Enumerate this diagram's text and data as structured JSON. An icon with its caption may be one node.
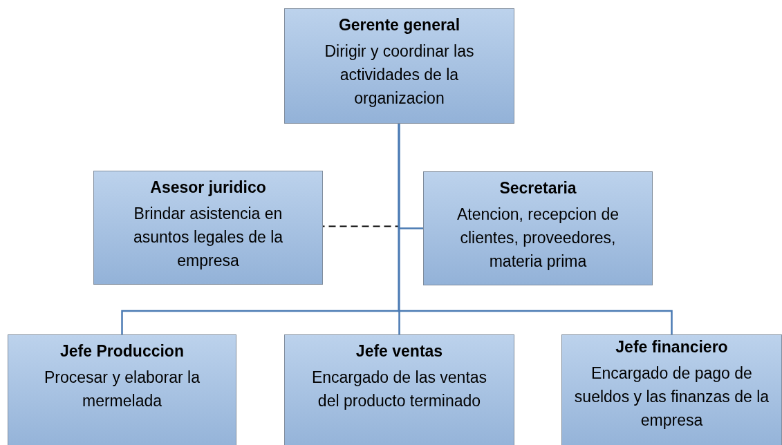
{
  "diagram": {
    "nodes": [
      {
        "text": [
          "Gerente general",
          "Dirigir y coordinar las actividades de la organizacion"
        ]
      },
      {
        "text": [
          "Asesor juridico",
          "Brindar asistencia en asuntos legales de la empresa"
        ]
      },
      {
        "text": [
          "Secretaria",
          "Atencion, recepcion de clientes, proveedores, materia prima"
        ]
      },
      {
        "text": [
          "Jefe Produccion",
          "Procesar y elaborar la mermelada"
        ]
      },
      {
        "text": [
          "Jefe ventas",
          "Encargado de las ventas del producto terminado"
        ]
      },
      {
        "text": [
          "Jefe financiero",
          "Encargado de pago de sueldos y las finanzas de la empresa"
        ]
      }
    ],
    "edges": [
      {
        "from": 0,
        "to": 1,
        "arrow": "none",
        "style": "dashed",
        "color": "#000000"
      },
      {
        "from": 0,
        "to": 2,
        "arrow": "none"
      },
      {
        "from": 0,
        "to": 3,
        "arrow": "none"
      },
      {
        "from": 0,
        "to": 4,
        "arrow": "none"
      },
      {
        "from": 0,
        "to": 5,
        "arrow": "none"
      }
    ]
  }
}
